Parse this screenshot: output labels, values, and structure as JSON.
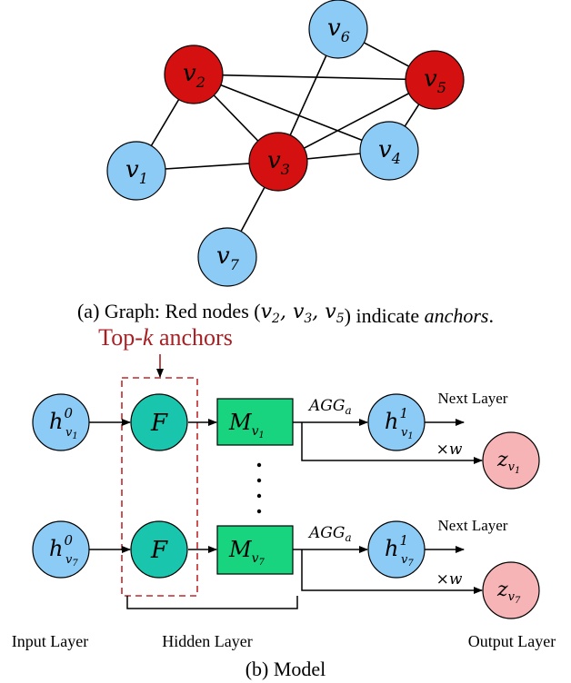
{
  "graph": {
    "nodes": [
      {
        "id": "v1",
        "base": "v",
        "sub": "1",
        "anchor": false
      },
      {
        "id": "v2",
        "base": "v",
        "sub": "2",
        "anchor": true
      },
      {
        "id": "v3",
        "base": "v",
        "sub": "3",
        "anchor": true
      },
      {
        "id": "v4",
        "base": "v",
        "sub": "4",
        "anchor": false
      },
      {
        "id": "v5",
        "base": "v",
        "sub": "5",
        "anchor": true
      },
      {
        "id": "v6",
        "base": "v",
        "sub": "6",
        "anchor": false
      },
      {
        "id": "v7",
        "base": "v",
        "sub": "7",
        "anchor": false
      }
    ],
    "edges": [
      [
        "v1",
        "v2"
      ],
      [
        "v1",
        "v3"
      ],
      [
        "v2",
        "v3"
      ],
      [
        "v2",
        "v5"
      ],
      [
        "v2",
        "v4"
      ],
      [
        "v3",
        "v5"
      ],
      [
        "v3",
        "v4"
      ],
      [
        "v3",
        "v6"
      ],
      [
        "v3",
        "v7"
      ],
      [
        "v4",
        "v5"
      ],
      [
        "v5",
        "v6"
      ]
    ],
    "caption": {
      "prefix": "(a) Graph: Red nodes (",
      "nodes_in_caption": "v2, v3, v5",
      "middle": ") indicate ",
      "emphasis": "anchors",
      "suffix": "."
    }
  },
  "model": {
    "topk_label": "Top-k anchors",
    "input_nodes": [
      {
        "base": "h",
        "sup": "0",
        "sub": "v1"
      },
      {
        "base": "h",
        "sup": "0",
        "sub": "v7"
      }
    ],
    "f_label": "F",
    "m_nodes": [
      {
        "base": "M",
        "sub": "v1"
      },
      {
        "base": "M",
        "sub": "v7"
      }
    ],
    "agg_label": "AGG",
    "agg_sub": "a",
    "next_nodes": [
      {
        "base": "h",
        "sup": "1",
        "sub": "v1"
      },
      {
        "base": "h",
        "sup": "1",
        "sub": "v7"
      }
    ],
    "next_layer_label": "Next Layer",
    "times_w_label": "×w",
    "z_nodes": [
      {
        "base": "z",
        "sub": "v1"
      },
      {
        "base": "z",
        "sub": "v7"
      }
    ],
    "layer_labels": {
      "input": "Input Layer",
      "hidden": "Hidden Layer",
      "output": "Output Layer"
    },
    "caption": "(b) Model"
  },
  "colors": {
    "anchor_red": "#d41010",
    "node_blue": "#8ccbf5",
    "f_teal": "#19c6ad",
    "m_green": "#19d47f",
    "z_pink": "#f7b4b6",
    "topk_red": "#a82024"
  }
}
